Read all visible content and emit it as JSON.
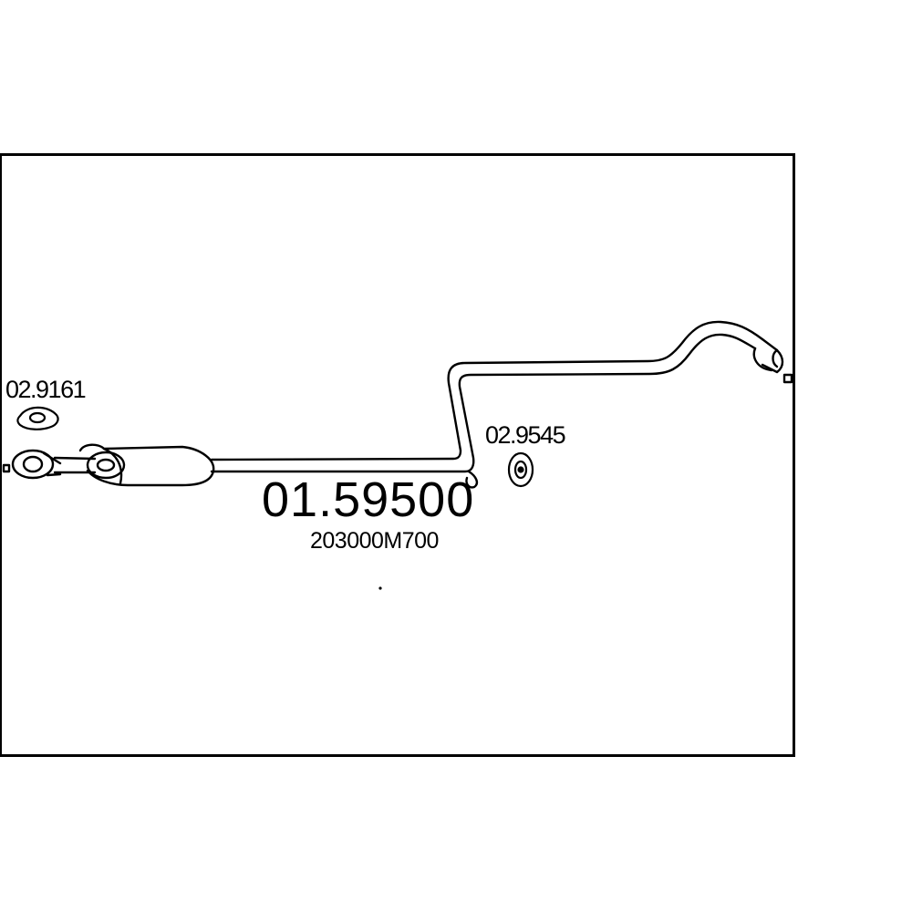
{
  "diagram": {
    "part_number": "01.59500",
    "oem_number": "203000M700",
    "components": [
      {
        "code": "02.9161"
      },
      {
        "code": "02.9545"
      }
    ]
  }
}
